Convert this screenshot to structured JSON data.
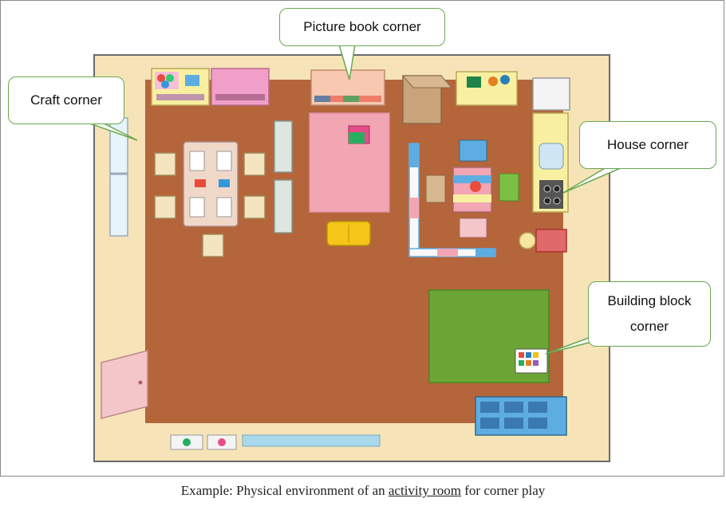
{
  "labels": {
    "craft": "Craft corner",
    "picture_book": "Picture book corner",
    "house": "House corner",
    "building_block_line1": "Building block",
    "building_block_line2": "corner"
  },
  "caption": {
    "prefix": "Example: Physical environment of an ",
    "link": "activity room",
    "suffix": " for corner play"
  },
  "colors": {
    "floor": "#b4653a",
    "wall": "#f6e3b8",
    "callout_border": "#6aa84f",
    "rug": "#f2a6b4",
    "grass": "#6aa535"
  }
}
